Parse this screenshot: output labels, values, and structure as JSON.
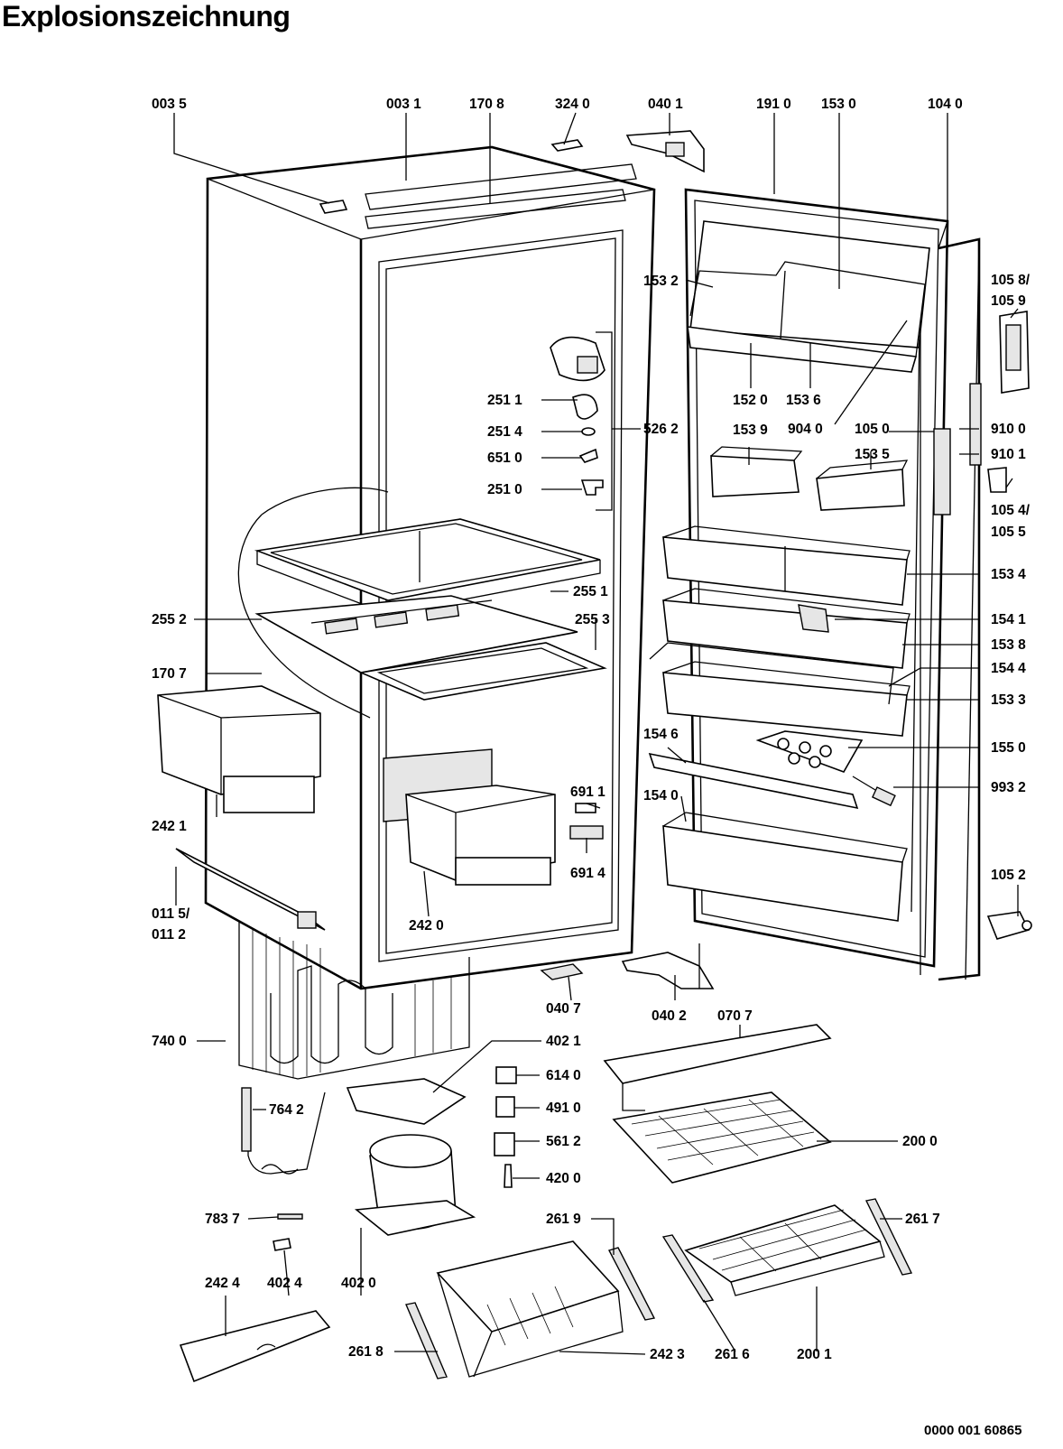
{
  "title": "Explosionszeichnung",
  "document_number": "0000 001 60865",
  "part_labels": {
    "p0035": "003 5",
    "p0031": "003 1",
    "p1708": "170 8",
    "p3240": "324 0",
    "p0401": "040 1",
    "p1910": "191 0",
    "p1530": "153 0",
    "p1040": "104 0",
    "p1058": "105 8/",
    "p1059": "105 9",
    "p1532": "153 2",
    "p2511": "251 1",
    "p2514": "251 4",
    "p6510": "651 0",
    "p2510": "251 0",
    "p5262": "526 2",
    "p1520": "152 0",
    "p1536": "153 6",
    "p9040": "904 0",
    "p1050": "105 0",
    "p9100": "910 0",
    "p9101": "910 1",
    "p1539": "153 9",
    "p1535": "153 5",
    "p1054": "105 4/",
    "p1055": "105 5",
    "p2551": "255 1",
    "p2552": "255 2",
    "p2553": "255 3",
    "p1534": "153 4",
    "p1541": "154 1",
    "p1538": "153 8",
    "p1707": "170 7",
    "p1544": "154 4",
    "p1533": "153 3",
    "p1546": "154 6",
    "p1550": "155 0",
    "p2421": "242 1",
    "p6911": "691 1",
    "p9932": "993 2",
    "p1540": "154 0",
    "p6914": "691 4",
    "p1052": "105 2",
    "p0115": "011 5/",
    "p0112": "011 2",
    "p2420": "242 0",
    "p0407": "040 7",
    "p0402": "040 2",
    "p0707": "070 7",
    "p7400": "740 0",
    "p4021": "402 1",
    "p6140": "614 0",
    "p4910": "491 0",
    "p7642": "764 2",
    "p5612": "561 2",
    "p2000": "200 0",
    "p4200": "420 0",
    "p7837": "783 7",
    "p2619": "261 9",
    "p2617": "261 7",
    "p2424": "242 4",
    "p4024": "402 4",
    "p4020": "402 0",
    "p2618": "261 8",
    "p2423": "242 3",
    "p2616": "261 6",
    "p2001": "200 1"
  }
}
